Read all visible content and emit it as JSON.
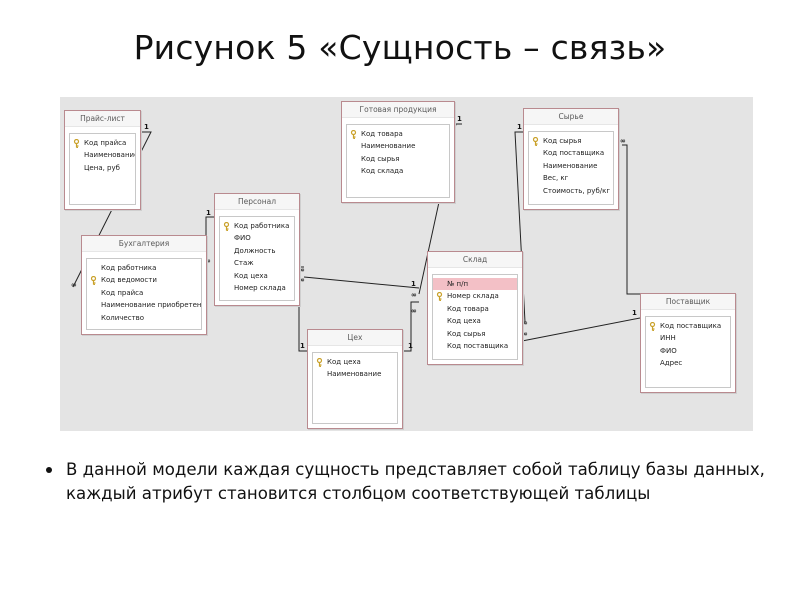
{
  "title": "Рисунок 5 «Сущность – связь»",
  "bullet": "В данной модели каждая сущность представляет собой таблицу базы данных, каждый атрибут становится столбцом соответствующей таблицы",
  "colors": {
    "diagram_background": "#e4e4e4",
    "entity_border": "#b98a8f",
    "selected_field": "#f3c0c6",
    "key_icon": "#c9a12a",
    "relationship_line": "#222222"
  },
  "entities": {
    "price": {
      "title": "Прайс-лист",
      "fields": [
        {
          "label": "Код прайса",
          "key": true
        },
        {
          "label": "Наименование",
          "key": false
        },
        {
          "label": "Цена, руб",
          "key": false
        }
      ]
    },
    "product": {
      "title": "Готовая продукция",
      "fields": [
        {
          "label": "Код товара",
          "key": true
        },
        {
          "label": "Наименование",
          "key": false
        },
        {
          "label": "Код сырья",
          "key": false
        },
        {
          "label": "Код склада",
          "key": false
        }
      ]
    },
    "raw": {
      "title": "Сырье",
      "fields": [
        {
          "label": "Код сырья",
          "key": true
        },
        {
          "label": "Код поставщика",
          "key": false
        },
        {
          "label": "Наименование",
          "key": false
        },
        {
          "label": "Вес, кг",
          "key": false
        },
        {
          "label": "Стоимость, руб/кг",
          "key": false
        }
      ]
    },
    "accounting": {
      "title": "Бухгалтерия",
      "fields": [
        {
          "label": "Код работника",
          "key": false
        },
        {
          "label": "Код ведомости",
          "key": true
        },
        {
          "label": "Код прайса",
          "key": false
        },
        {
          "label": "Наименование приобретения",
          "key": false
        },
        {
          "label": "Количество",
          "key": false
        }
      ]
    },
    "staff": {
      "title": "Персонал",
      "fields": [
        {
          "label": "Код работника",
          "key": true
        },
        {
          "label": "ФИО",
          "key": false
        },
        {
          "label": "Должность",
          "key": false
        },
        {
          "label": "Стаж",
          "key": false
        },
        {
          "label": "Код цеха",
          "key": false
        },
        {
          "label": "Номер склада",
          "key": false
        }
      ]
    },
    "warehouse": {
      "title": "Склад",
      "fields": [
        {
          "label": "№ п/п",
          "key": false,
          "selected": true
        },
        {
          "label": "Номер склада",
          "key": true
        },
        {
          "label": "Код товара",
          "key": false
        },
        {
          "label": "Код цеха",
          "key": false
        },
        {
          "label": "Код сырья",
          "key": false
        },
        {
          "label": "Код поставщика",
          "key": false
        }
      ]
    },
    "workshop": {
      "title": "Цех",
      "fields": [
        {
          "label": "Код цеха",
          "key": true
        },
        {
          "label": "Наименование",
          "key": false
        }
      ]
    },
    "supplier": {
      "title": "Поставщик",
      "fields": [
        {
          "label": "Код поставщика",
          "key": true
        },
        {
          "label": "ИНН",
          "key": false
        },
        {
          "label": "ФИО",
          "key": false
        },
        {
          "label": "Адрес",
          "key": false
        }
      ]
    }
  },
  "relationship_labels": {
    "one": "1",
    "many": "∞"
  }
}
